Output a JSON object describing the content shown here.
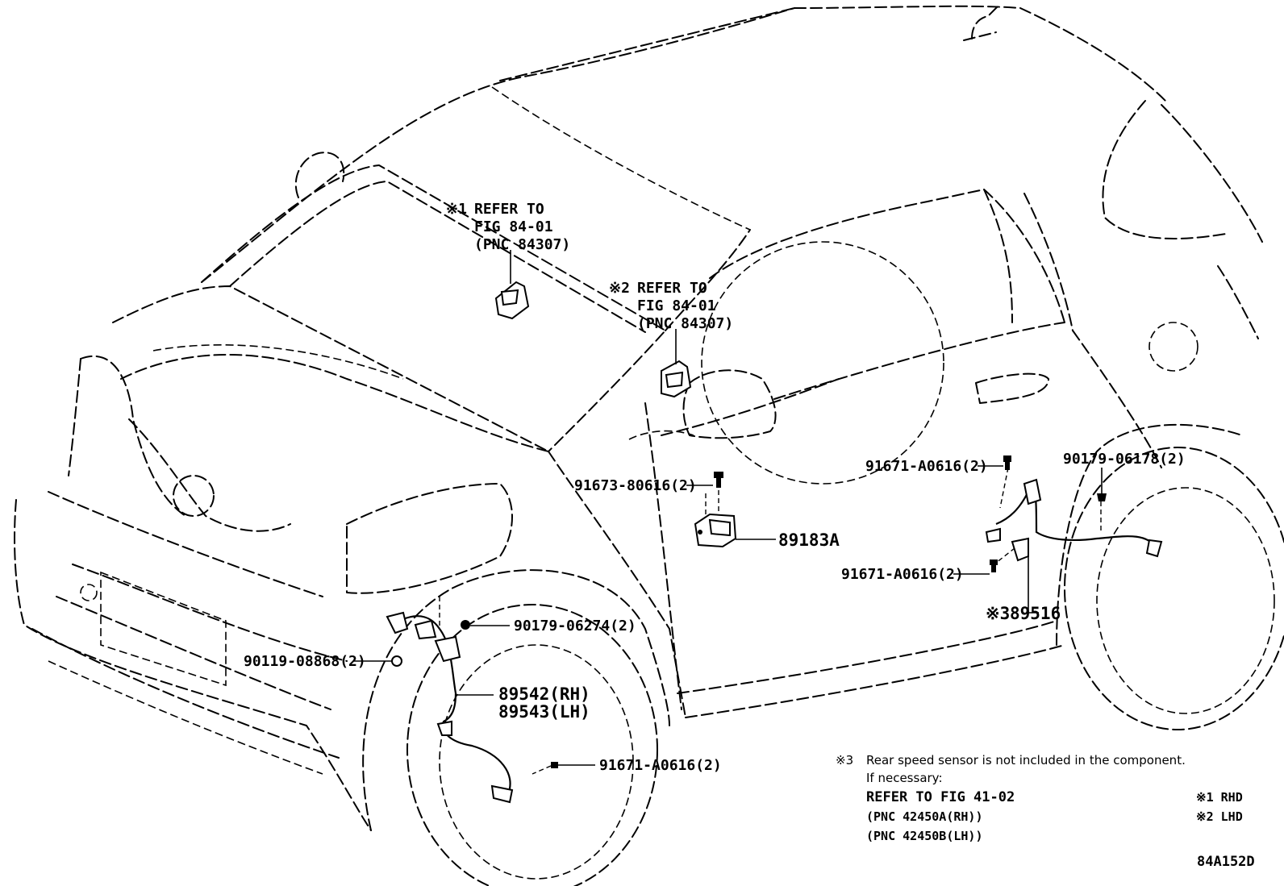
{
  "refs": [
    {
      "mark": "※1",
      "line1": "REFER TO",
      "line2": "FIG 84-01",
      "line3": "(PNC 84307)"
    },
    {
      "mark": "※2",
      "line1": "REFER TO",
      "line2": "FIG 84-01",
      "line3": "(PNC 84307)"
    }
  ],
  "callouts": {
    "bolt_sensor": "91673-80616(2)",
    "sensor_89183a": "89183A",
    "bolt_rear_upper": "91671-A0616(2)",
    "clip_rear": "90179-06178(2)",
    "bolt_rear_lower": "91671-A0616(2)",
    "rear_mark": "※3",
    "rear_sensor": "89516",
    "nut_front": "90179-06274(2)",
    "bolt_front": "90119-08868(2)",
    "front_sensor_rh": "89542(RH)",
    "front_sensor_lh": "89543(LH)",
    "bolt_front_lower": "91671-A0616(2)"
  },
  "notes": {
    "mark": "※3",
    "line1": "Rear speed sensor is not included in the component.",
    "line2": "If necessary:",
    "line3": "REFER TO FIG 41-02",
    "line4": "(PNC 42450A(RH))",
    "line5": "(PNC 42450B(LH))"
  },
  "legend": {
    "rhd": "※1 RHD",
    "lhd": "※2 LHD"
  },
  "figure_code": "84A152D"
}
